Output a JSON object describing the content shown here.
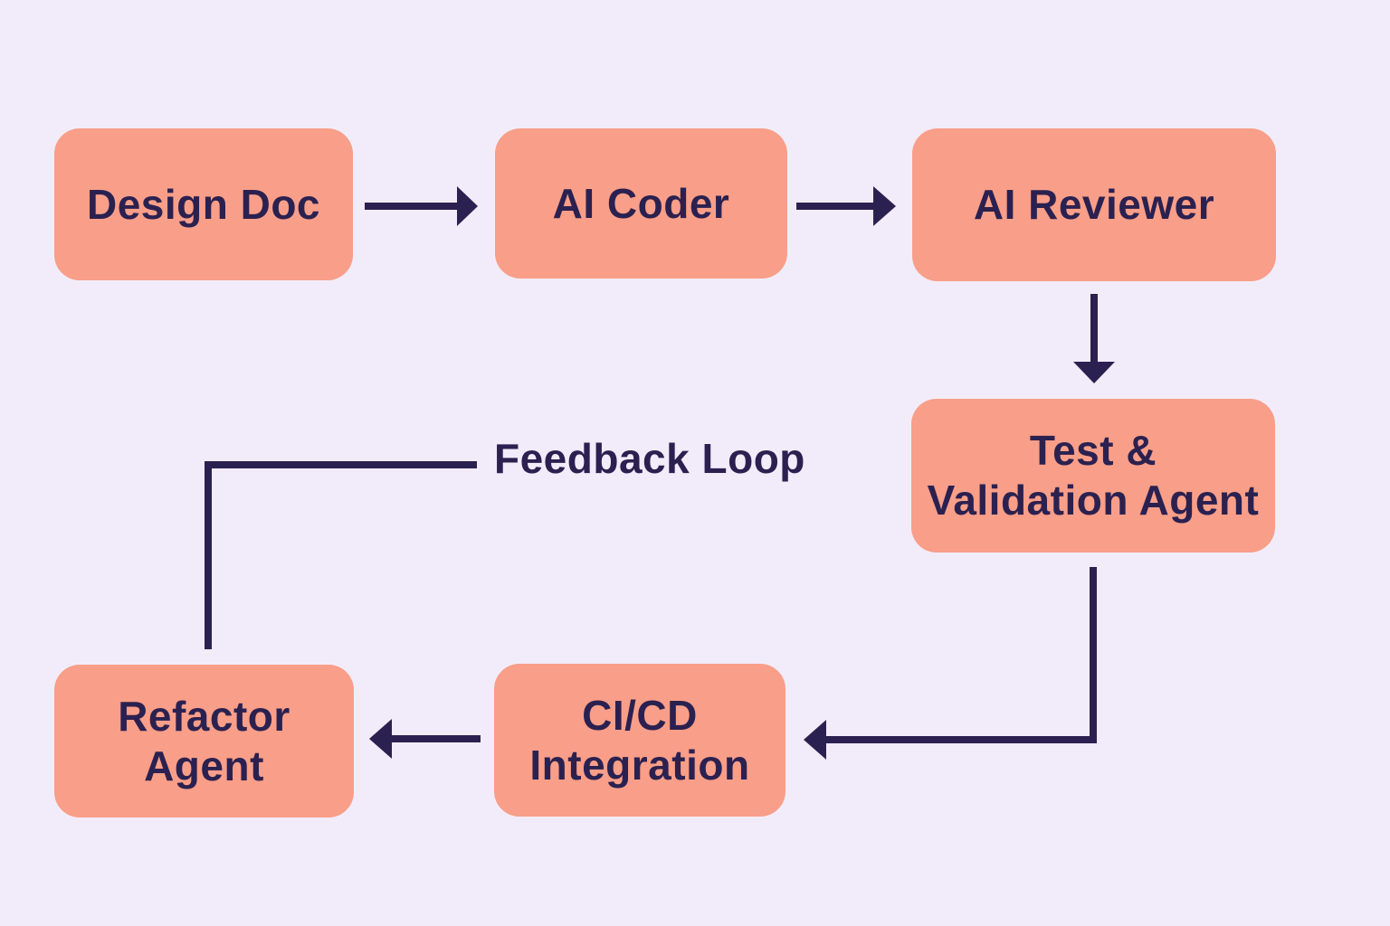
{
  "flowchart": {
    "nodes": {
      "design_doc": {
        "label": "Design Doc"
      },
      "ai_coder": {
        "label": "AI Coder"
      },
      "ai_reviewer": {
        "label": "AI Reviewer"
      },
      "test_validation_agent": {
        "label": "Test &\nValidation Agent"
      },
      "cicd_integration": {
        "label": "CI/CD\nIntegration"
      },
      "refactor_agent": {
        "label": "Refactor\nAgent"
      }
    },
    "labels": {
      "feedback_loop": "Feedback Loop"
    },
    "edges": [
      {
        "from": "design_doc",
        "to": "ai_coder",
        "style": "arrow-right"
      },
      {
        "from": "ai_coder",
        "to": "ai_reviewer",
        "style": "arrow-right"
      },
      {
        "from": "ai_reviewer",
        "to": "test_validation_agent",
        "style": "arrow-down"
      },
      {
        "from": "test_validation_agent",
        "to": "cicd_integration",
        "style": "elbow-down-left-arrow"
      },
      {
        "from": "cicd_integration",
        "to": "refactor_agent",
        "style": "arrow-left"
      },
      {
        "from": "refactor_agent",
        "to": "feedback_loop",
        "style": "elbow-up-right-plain"
      }
    ],
    "colors": {
      "background": "#F2ECFA",
      "node_fill": "#F99E88",
      "ink": "#2B2150"
    }
  }
}
